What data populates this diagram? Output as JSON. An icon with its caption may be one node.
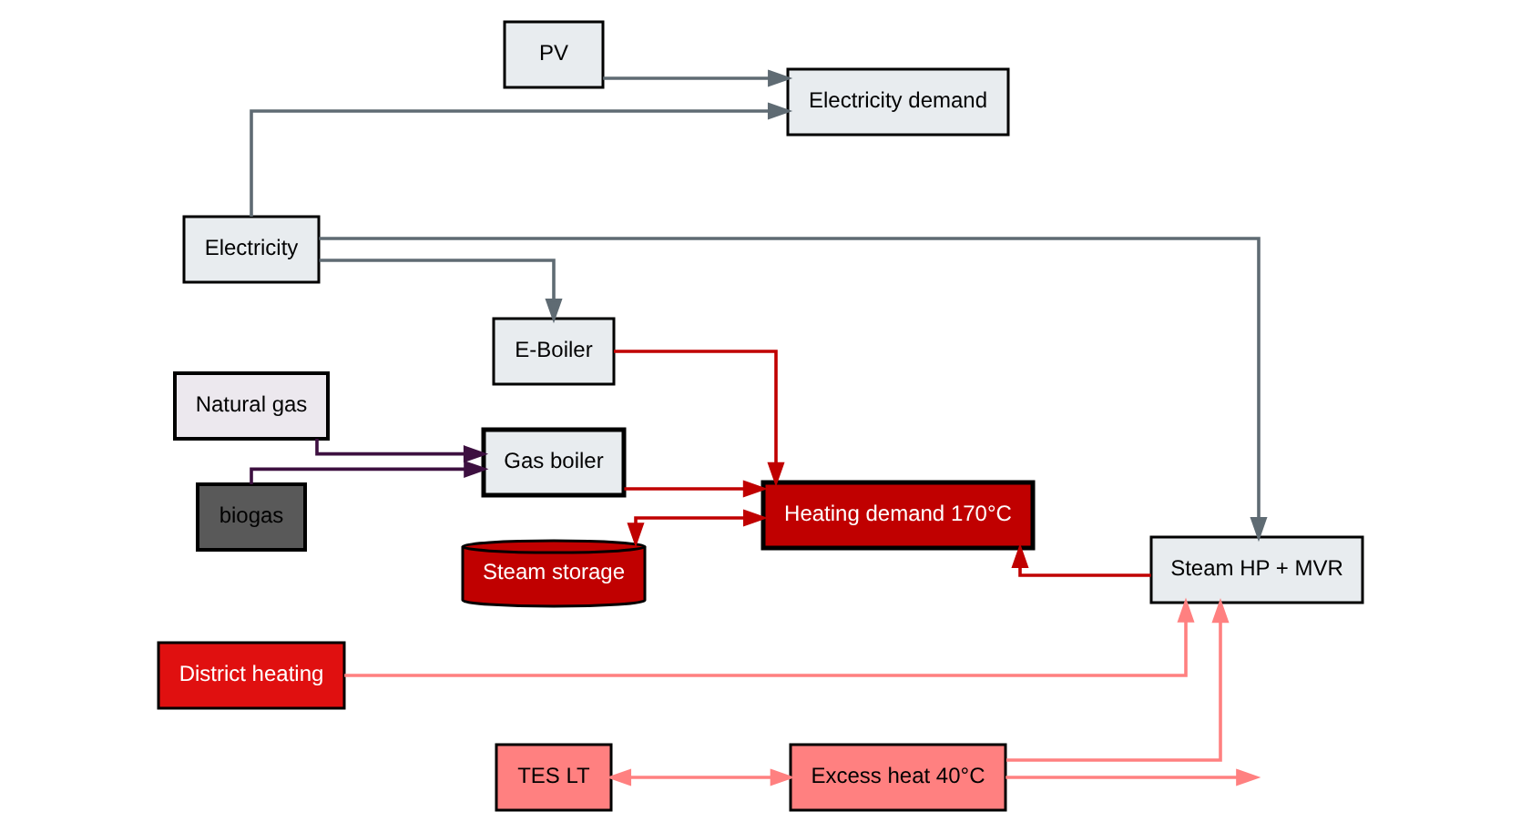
{
  "diagram": {
    "nodes": [
      {
        "text": [
          "PV"
        ]
      },
      {
        "text": [
          "Electricity"
        ]
      },
      {
        "text": [
          "Electricity demand"
        ]
      },
      {
        "text": [
          "Natural gas"
        ]
      },
      {
        "text": [
          "biogas"
        ]
      },
      {
        "text": [
          "Gas boiler"
        ]
      },
      {
        "text": [
          "E-Boiler"
        ]
      },
      {
        "text": [
          "Steam HP + MVR"
        ]
      },
      {
        "text": [
          "Steam storage"
        ]
      },
      {
        "text": [
          "Heating demand 170°C"
        ]
      },
      {
        "text": [
          "District heating"
        ]
      },
      {
        "text": [
          "TES LT"
        ]
      },
      {
        "text": [
          "Excess heat 40°C"
        ]
      }
    ],
    "edges": [
      {
        "from": 0,
        "to": 2,
        "arrow": "to",
        "color": "#5f6b73"
      },
      {
        "from": 1,
        "to": 2,
        "arrow": "to",
        "color": "#5f6b73"
      },
      {
        "from": 1,
        "to": 6,
        "arrow": "to",
        "color": "#5f6b73"
      },
      {
        "from": 1,
        "to": 7,
        "arrow": "to",
        "color": "#5f6b73"
      },
      {
        "from": 3,
        "to": 5,
        "arrow": "to",
        "color": "#3d1040"
      },
      {
        "from": 4,
        "to": 5,
        "arrow": "to",
        "color": "#3d1040"
      },
      {
        "from": 5,
        "to": 9,
        "arrow": "to",
        "color": "#c00000"
      },
      {
        "from": 6,
        "to": 9,
        "arrow": "to",
        "color": "#c00000"
      },
      {
        "from": 7,
        "to": 9,
        "arrow": "to",
        "color": "#c00000"
      },
      {
        "from": 8,
        "to": 9,
        "arrow": "both",
        "color": "#c00000"
      },
      {
        "from": 10,
        "to": 7,
        "arrow": "to",
        "color": "#ff8080"
      },
      {
        "from": 12,
        "to": 7,
        "arrow": "to",
        "color": "#ff8080"
      },
      {
        "from": 12,
        "to": null,
        "arrow": "to",
        "color": "#ff8080"
      },
      {
        "from": 11,
        "to": 12,
        "arrow": "both",
        "color": "#ff8080"
      }
    ]
  }
}
